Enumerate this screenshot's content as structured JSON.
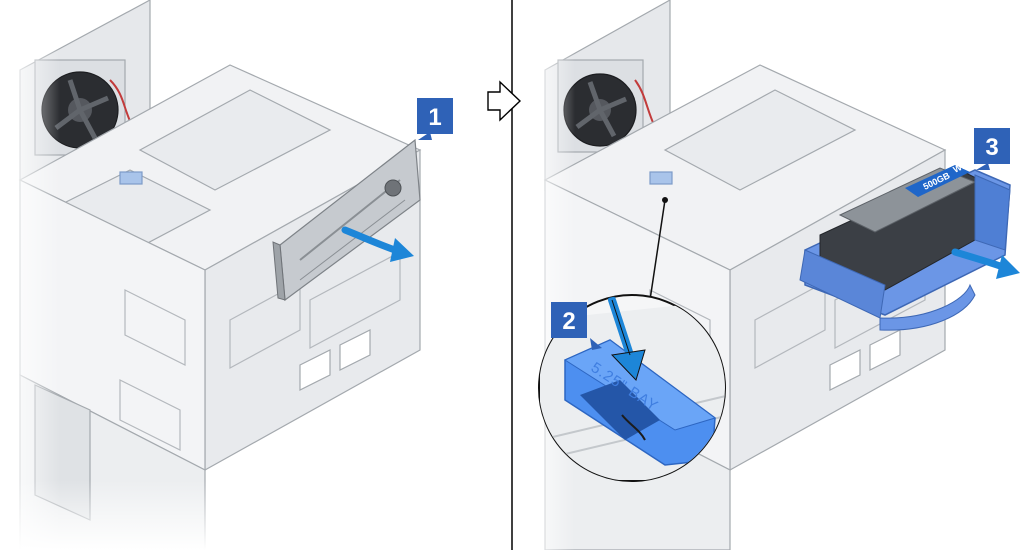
{
  "steps": [
    {
      "number": "1"
    },
    {
      "number": "2"
    },
    {
      "number": "3"
    }
  ],
  "callout": {
    "bay_label": "5.25\" BAY"
  },
  "drive": {
    "capacity_label": "500GB",
    "brand_label": "WD"
  },
  "colors": {
    "badge": "#2f62b7",
    "arrow": "#1d86d8",
    "caddy": "#6b96e6",
    "chassis_line": "#9aa0a6",
    "chassis_fill": "#eef0f2",
    "drive_body": "#3b3f45"
  }
}
